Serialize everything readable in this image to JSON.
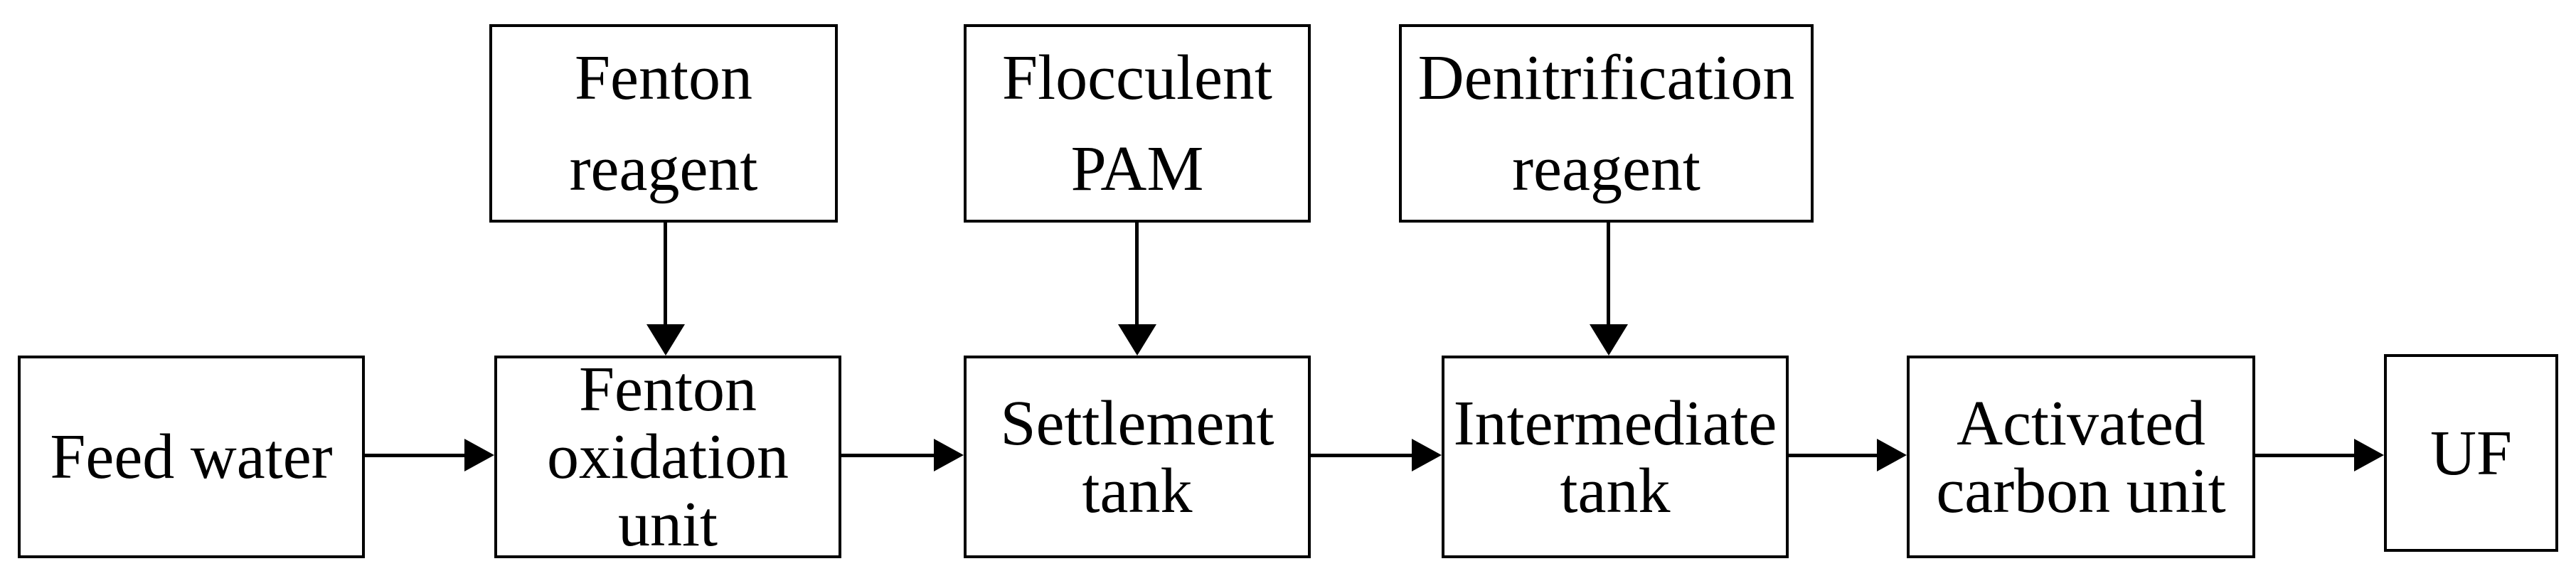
{
  "diagram": {
    "type": "process-flowchart",
    "colors": {
      "ink": "#000000",
      "background": "#ffffff"
    },
    "reagent_nodes": [
      {
        "label": "Fenton reagent",
        "lines": [
          "Fenton",
          "reagent"
        ]
      },
      {
        "label": "Flocculent PAM",
        "lines": [
          "Flocculent",
          "PAM"
        ]
      },
      {
        "label": "Denitrification reagent",
        "lines": [
          "Denitrification",
          "reagent"
        ]
      }
    ],
    "process_nodes": [
      {
        "label": "Feed water",
        "lines": [
          "Feed water"
        ]
      },
      {
        "label": "Fenton oxidation unit",
        "lines": [
          "Fenton",
          "oxidation",
          "unit"
        ]
      },
      {
        "label": "Settlement tank",
        "lines": [
          "Settlement",
          "tank"
        ]
      },
      {
        "label": "Intermediate tank",
        "lines": [
          "Intermediate",
          "tank"
        ]
      },
      {
        "label": "Activated carbon unit",
        "lines": [
          "Activated",
          "carbon unit"
        ]
      },
      {
        "label": "UF",
        "lines": [
          "UF"
        ]
      }
    ],
    "edges": [
      {
        "from": "Feed water",
        "to": "Fenton oxidation unit",
        "direction": "right"
      },
      {
        "from": "Fenton oxidation unit",
        "to": "Settlement tank",
        "direction": "right"
      },
      {
        "from": "Settlement tank",
        "to": "Intermediate tank",
        "direction": "right"
      },
      {
        "from": "Intermediate tank",
        "to": "Activated carbon unit",
        "direction": "right"
      },
      {
        "from": "Activated carbon unit",
        "to": "UF",
        "direction": "right"
      },
      {
        "from": "Fenton reagent",
        "to": "Fenton oxidation unit",
        "direction": "down"
      },
      {
        "from": "Flocculent PAM",
        "to": "Settlement tank",
        "direction": "down"
      },
      {
        "from": "Denitrification reagent",
        "to": "Intermediate tank",
        "direction": "down"
      }
    ]
  }
}
